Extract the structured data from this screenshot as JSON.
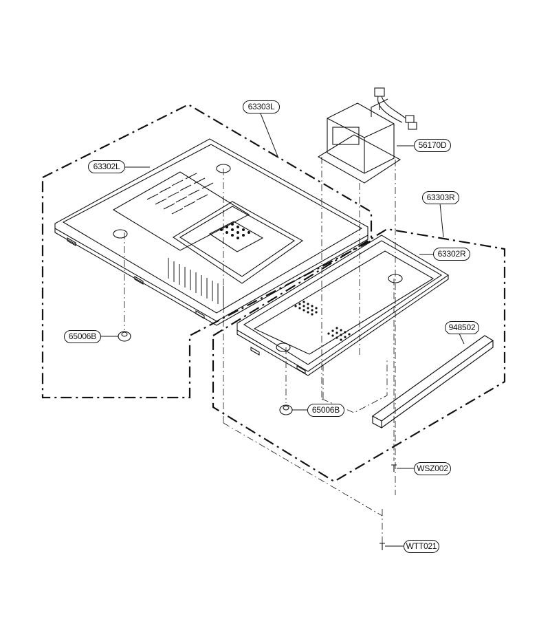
{
  "callouts": {
    "c1": "63303L",
    "c2": "63302L",
    "c3": "56170D",
    "c4": "63303R",
    "c5": "63302R",
    "c6": "948502",
    "c7": "65006B",
    "c8": "65006B",
    "c9": "WSZ002",
    "c10": "WTT021"
  },
  "colors": {
    "line": "#111111",
    "background": "#ffffff"
  }
}
